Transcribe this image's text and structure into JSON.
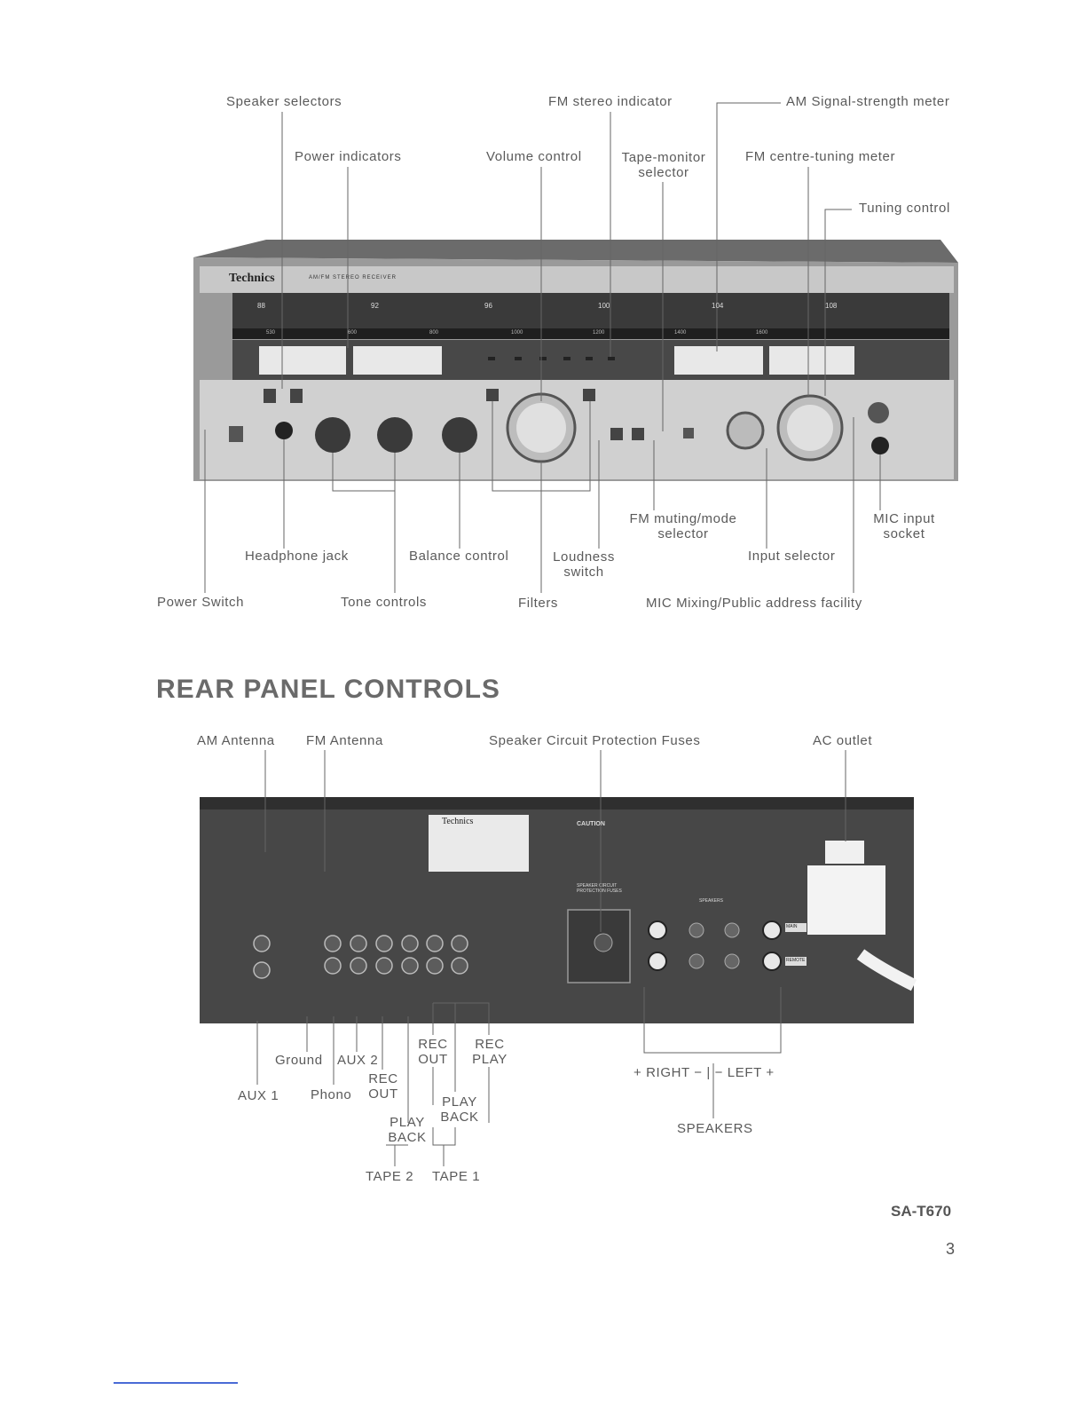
{
  "front_labels": {
    "speaker_selectors": "Speaker selectors",
    "fm_stereo_indicator": "FM stereo indicator",
    "am_signal_meter": "AM Signal-strength meter",
    "power_indicators": "Power indicators",
    "volume_control": "Volume control",
    "tape_monitor_selector": "Tape-monitor selector",
    "fm_centre_tuning_meter": "FM centre-tuning meter",
    "tuning_control": "Tuning control",
    "fm_muting_mode_selector": "FM muting/mode selector",
    "mic_input_socket": "MIC input socket",
    "headphone_jack": "Headphone jack",
    "balance_control": "Balance control",
    "loudness_switch": "Loudness switch",
    "input_selector": "Input selector",
    "power_switch": "Power Switch",
    "tone_controls": "Tone controls",
    "filters": "Filters",
    "mic_mixing": "MIC Mixing/Public address facility"
  },
  "heading": "REAR PANEL CONTROLS",
  "rear_labels": {
    "am_antenna": "AM Antenna",
    "fm_antenna": "FM Antenna",
    "speaker_fuses": "Speaker Circuit Protection Fuses",
    "ac_outlet": "AC outlet",
    "ground": "Ground",
    "aux2": "AUX 2",
    "aux1": "AUX 1",
    "phono": "Phono",
    "rec_out_tape2": "REC OUT",
    "play_back_tape2": "PLAY BACK",
    "rec_out_tape1": "REC OUT",
    "rec_play": "REC PLAY",
    "play_back_tape1": "PLAY BACK",
    "tape2": "TAPE 2",
    "tape1": "TAPE 1",
    "right_left": "+ RIGHT − | − LEFT +",
    "speakers": "SPEAKERS"
  },
  "front_panel": {
    "brand": "Technics",
    "subtitle": "AM/FM STEREO RECEIVER",
    "fm_scale": [
      "88",
      "92",
      "96",
      "100",
      "104",
      "108"
    ],
    "am_scale": [
      "530",
      "600",
      "800",
      "1000",
      "1200",
      "1400",
      "1600"
    ]
  },
  "rear_panel": {
    "brand": "Technics",
    "caution": "CAUTION",
    "fuse_label": "SPEAKER CIRCUIT PROTECTION FUSES",
    "speakers_label": "SPEAKERS",
    "main": "MAIN",
    "remote": "REMOTE"
  },
  "footer": {
    "model": "SA-T670",
    "page": "3"
  }
}
